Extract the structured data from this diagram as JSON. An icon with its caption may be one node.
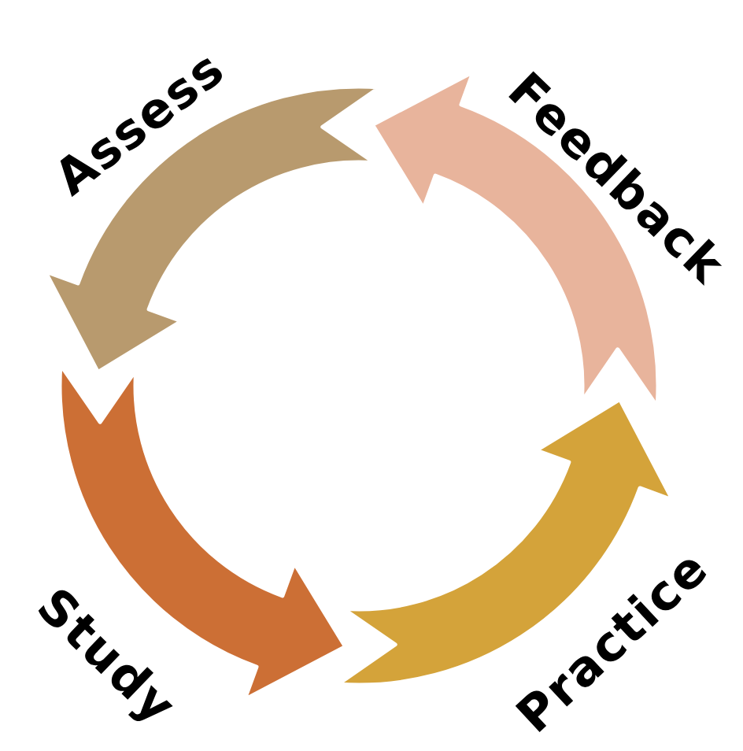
{
  "diagram": {
    "labels": [
      "Assess",
      "Feedback",
      "Study",
      "Practice"
    ]
  }
}
